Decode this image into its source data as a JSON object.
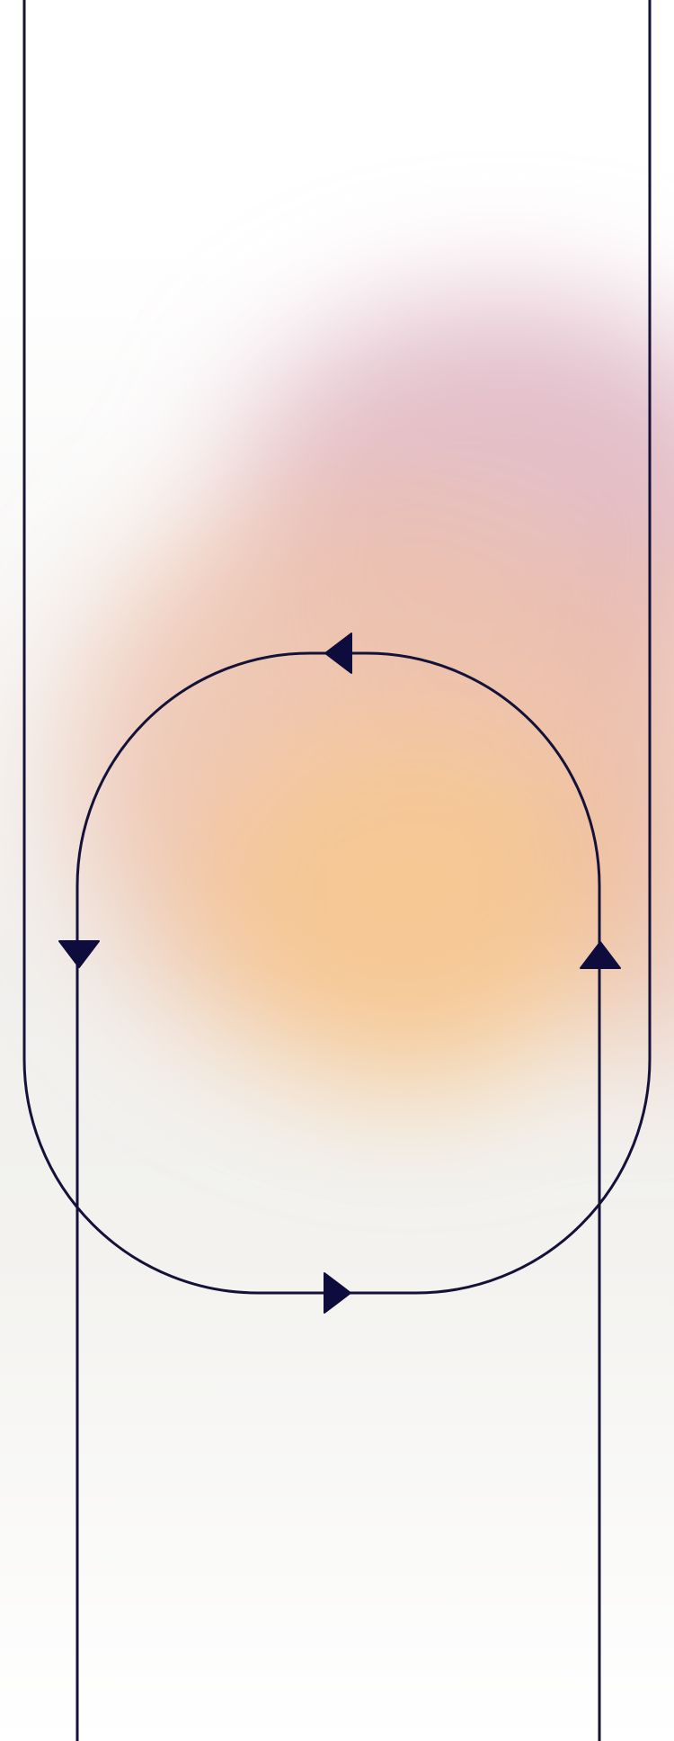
{
  "diagram": {
    "type": "flow-loop",
    "elements": [
      "outer-rounded-path",
      "inner-rounded-loop",
      "arrow-top-left",
      "arrow-left-down",
      "arrow-right-up",
      "arrow-bottom-right"
    ]
  },
  "colors": {
    "stroke": "#141238",
    "arrow_fill": "#0d0c3c",
    "background_base": "#f2f1ef",
    "glow_orange": "#f5c691",
    "glow_peach": "#ebbda8",
    "glow_pink": "#e4bfca",
    "background_top": "#ffffff"
  }
}
